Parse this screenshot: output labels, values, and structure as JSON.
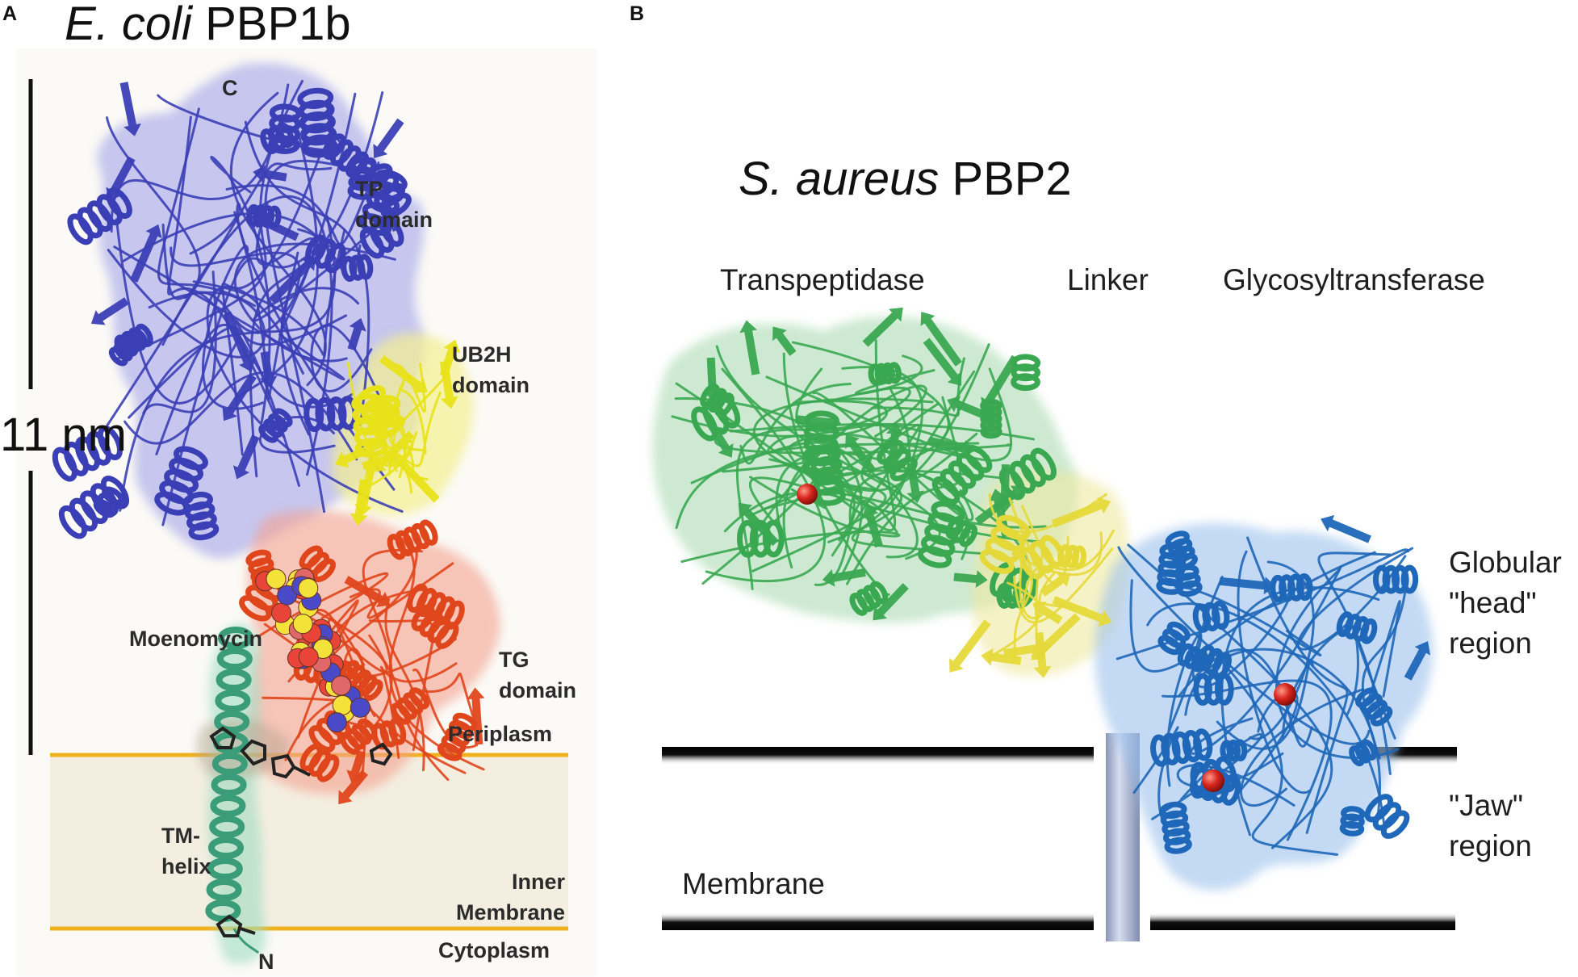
{
  "panelA": {
    "letter": "A",
    "title_italic": "E. coli",
    "title_rest": " PBP1b",
    "scale_label": "11 nm",
    "labels": {
      "c_terminus": "C",
      "n_terminus": "N",
      "tp_line1": "TP",
      "tp_line2": "domain",
      "ub2h_line1": "UB2H",
      "ub2h_line2": "domain",
      "tg_line1": "TG",
      "tg_line2": "domain",
      "moenomycin": "Moenomycin",
      "periplasm": "Periplasm",
      "tm_line1": "TM-",
      "tm_line2": "helix",
      "inner_line1": "Inner",
      "inner_line2": "Membrane",
      "cytoplasm": "Cytoplasm"
    },
    "colors": {
      "tp_domain": "#3b3fb5",
      "ub2h_domain": "#e8e21a",
      "tg_domain": "#e0461c",
      "tm_helix": "#3a9c78",
      "membrane_fill": "#f3eee0",
      "membrane_line": "#f0b21c"
    }
  },
  "panelB": {
    "letter": "B",
    "title_italic": "S. aureus",
    "title_rest": " PBP2",
    "labels": {
      "transpeptidase": "Transpeptidase",
      "linker": "Linker",
      "glycosyltransferase": "Glycosyltransferase",
      "globular_line1": "Globular",
      "globular_line2": "\"head\"",
      "globular_line3": "region",
      "jaw_line1": "\"Jaw\"",
      "jaw_line2": "region",
      "membrane": "Membrane"
    },
    "colors": {
      "transpeptidase": "#3aa851",
      "linker": "#e5d93a",
      "glycosyltransferase": "#1f67b8",
      "active_site": "#d8261e",
      "membrane_line": "#111111"
    }
  }
}
